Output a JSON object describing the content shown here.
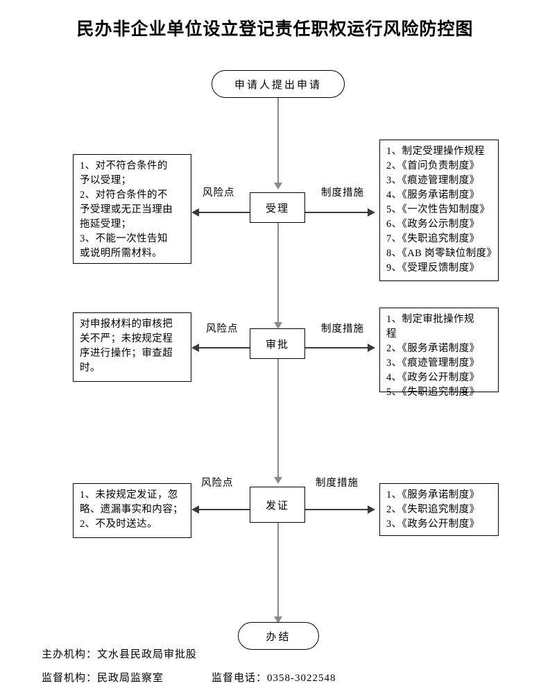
{
  "document": {
    "title": "民办非企业单位设立登记责任职权运行风险防控图"
  },
  "flow": {
    "start": {
      "label": "申请人提出申请",
      "shape": "stadium"
    },
    "end": {
      "label": "办结",
      "shape": "stadium"
    },
    "steps": [
      {
        "label": "受理"
      },
      {
        "label": "审批"
      },
      {
        "label": "发证"
      }
    ]
  },
  "edge_labels": {
    "risk": "风险点",
    "measures": "制度措施"
  },
  "risks": {
    "acceptance": [
      "1、对不符合条件的",
      "予以受理；",
      "2、对符合条件的不",
      "予受理或无正当理由",
      "拖延受理；",
      "3、不能一次性告知",
      "或说明所需材料。"
    ],
    "approval": [
      "对申报材料的审核把",
      "关不严；未按规定程",
      "序进行操作；审查超",
      "时。"
    ],
    "certificate": [
      "1、未按规定发证，忽",
      "略、遗漏事实和内容；",
      "2、不及时送达。"
    ]
  },
  "measures": {
    "acceptance": [
      "1、制定受理操作规程",
      "2、《首问负责制度》",
      "3、《痕迹管理制度》",
      "4、《服务承诺制度》",
      "5、《一次性告知制度》",
      "6、《政务公示制度》",
      "7、《失职追究制度》",
      "8、《AB 岗零缺位制度》",
      "9、《受理反馈制度》"
    ],
    "approval": [
      "1、制定审批操作规",
      "程",
      "2、《服务承诺制度》",
      "3、《痕迹管理制度》",
      "4、《政务公开制度》",
      "5、《失职追究制度》"
    ],
    "certificate": [
      "1、《服务承诺制度》",
      "2、《失职追究制度》",
      "3、《政务公开制度》"
    ]
  },
  "footer": {
    "host_label": "主办机构：文水县民政局审批股",
    "supervisor_label": "监督机构：民政局监察室",
    "phone_label": "监督电话：0358-3022548"
  },
  "colors": {
    "stroke": "#000000",
    "connector": "#8a8a8a",
    "arrow": "#3a3a3a",
    "background": "#ffffff"
  }
}
